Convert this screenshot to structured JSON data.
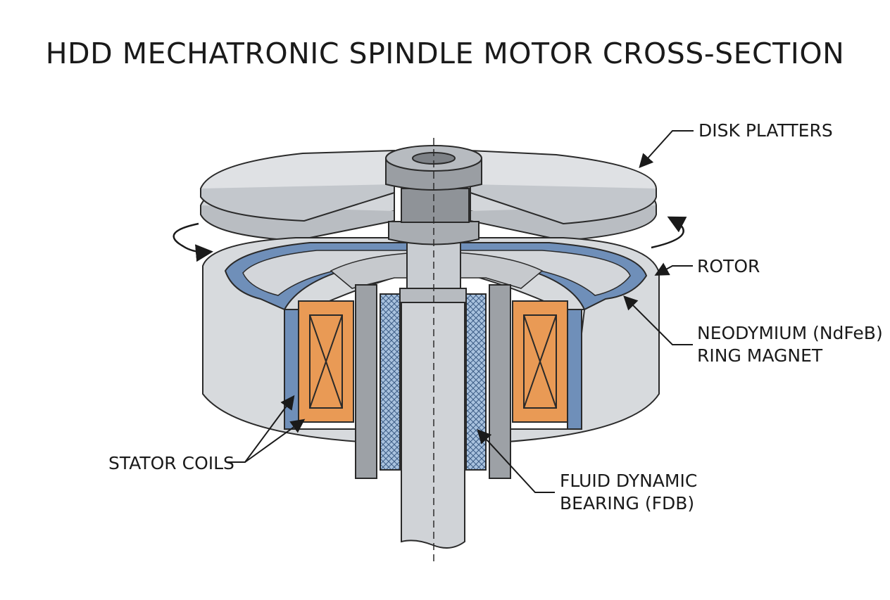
{
  "title": "HDD MECHATRONIC SPINDLE MOTOR CROSS-SECTION",
  "labels": {
    "disk_platters": "DISK PLATTERS",
    "rotor": "ROTOR",
    "magnet_line1": "NEODYMIUM (NdFeB)",
    "magnet_line2": "RING MAGNET",
    "stator_coils": "STATOR COILS",
    "fdb_line1": "FLUID DYNAMIC",
    "fdb_line2": "BEARING (FDB)"
  },
  "colors": {
    "metal": "#d3d6da",
    "metal_dark": "#a9adb2",
    "shaft": "#c9cdd2",
    "magnet_blue": "#6f8fb9",
    "coil_orange": "#e99a55",
    "bearing_blue": "#a9c2de",
    "outline": "#2a2a2a"
  }
}
